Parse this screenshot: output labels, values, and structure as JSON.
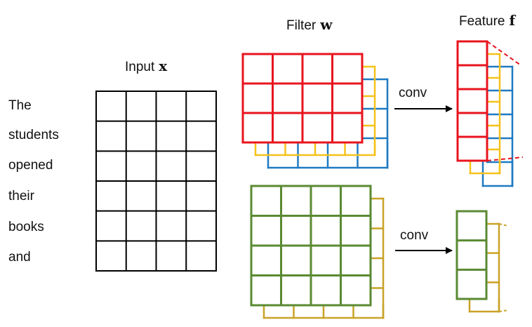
{
  "labels": {
    "input": "Input",
    "input_symbol": "x",
    "filter": "Filter",
    "filter_symbol": "w",
    "feature": "Feature",
    "feature_symbol": "f",
    "conv_top": "conv",
    "conv_bottom": "conv"
  },
  "words": [
    "The",
    "students",
    "opened",
    "their",
    "books",
    "and"
  ],
  "colors": {
    "grid": "#000000",
    "red": "#e8141e",
    "yellow": "#f5c21b",
    "blue": "#1f7ac2",
    "green": "#5a8a32",
    "gold": "#c9a227",
    "arrow": "#000000"
  }
}
